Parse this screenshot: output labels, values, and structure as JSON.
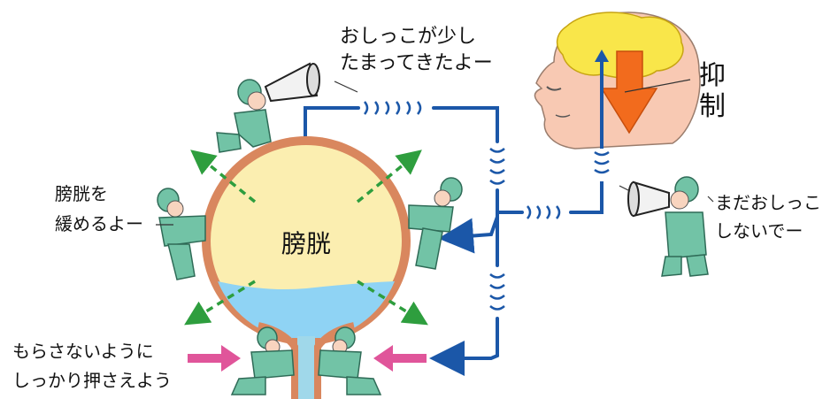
{
  "labels": {
    "bladder_center": "膀胱",
    "nerve_line1": "おしっこが少し",
    "nerve_line2": "たまってきたよー",
    "relax_line1": "膀胱を",
    "relax_line2": "緩めるよー",
    "hold_line1": "もらさないように",
    "hold_line2": "しっかり押さえよう",
    "brain_line1": "まだおしっこ",
    "brain_line2": "しないでー",
    "suppress_char1": "抑",
    "suppress_char2": "制"
  },
  "colors": {
    "bladder_wall": "#d9875e",
    "bladder_fill": "#fbeeb0",
    "urine": "#8fd3f4",
    "nerve": "#1b57a8",
    "expand_arrow": "#2e9e3e",
    "squeeze_arrow": "#e0559a",
    "suppress_arrow": "#f26b1d",
    "head_skin": "#f8c9b3",
    "brain": "#f9e64a",
    "worker": "#72c3a6"
  },
  "icons": [
    "megaphone-icon",
    "worker-figure",
    "head-icon",
    "brain-icon"
  ]
}
